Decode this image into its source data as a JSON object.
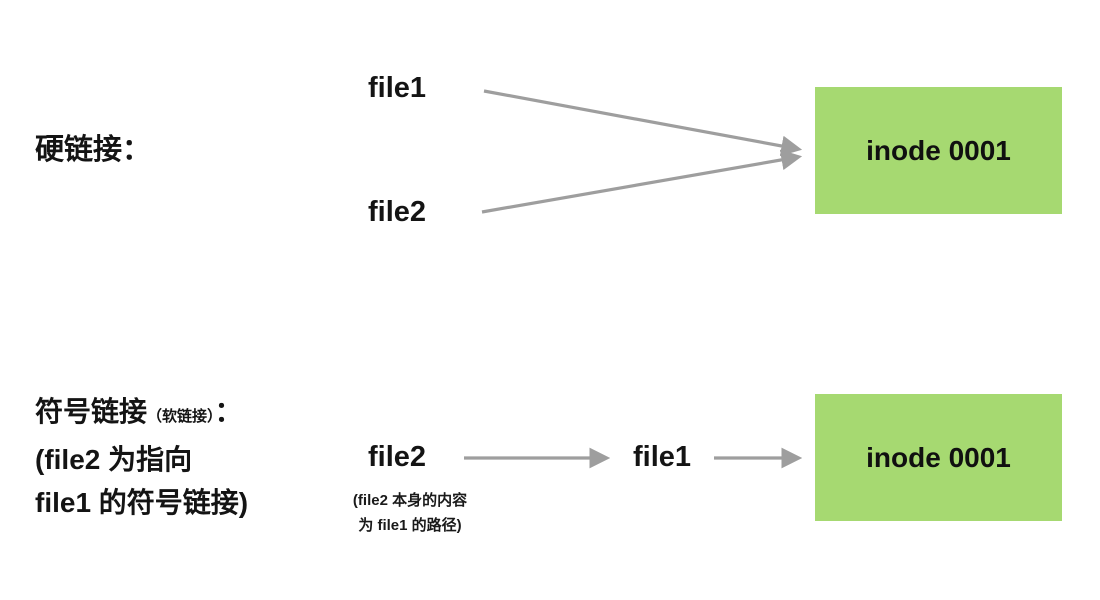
{
  "diagram": {
    "hard": {
      "label": "硬链接：",
      "file1": "file1",
      "file2": "file2",
      "inode": "inode 0001"
    },
    "sym": {
      "title": "符号链接",
      "title_sub": "（软链接）",
      "title_colon": "：",
      "desc_line1": "(file2 为指向",
      "desc_line2": "file1 的符号链接)",
      "file2": "file2",
      "note_line1": "(file2 本身的内容",
      "note_line2": "为 file1 的路径)",
      "file1": "file1",
      "inode": "inode 0001"
    },
    "colors": {
      "inode_box": "#a6d971",
      "arrow": "#9e9e9e",
      "text": "#141414"
    }
  }
}
